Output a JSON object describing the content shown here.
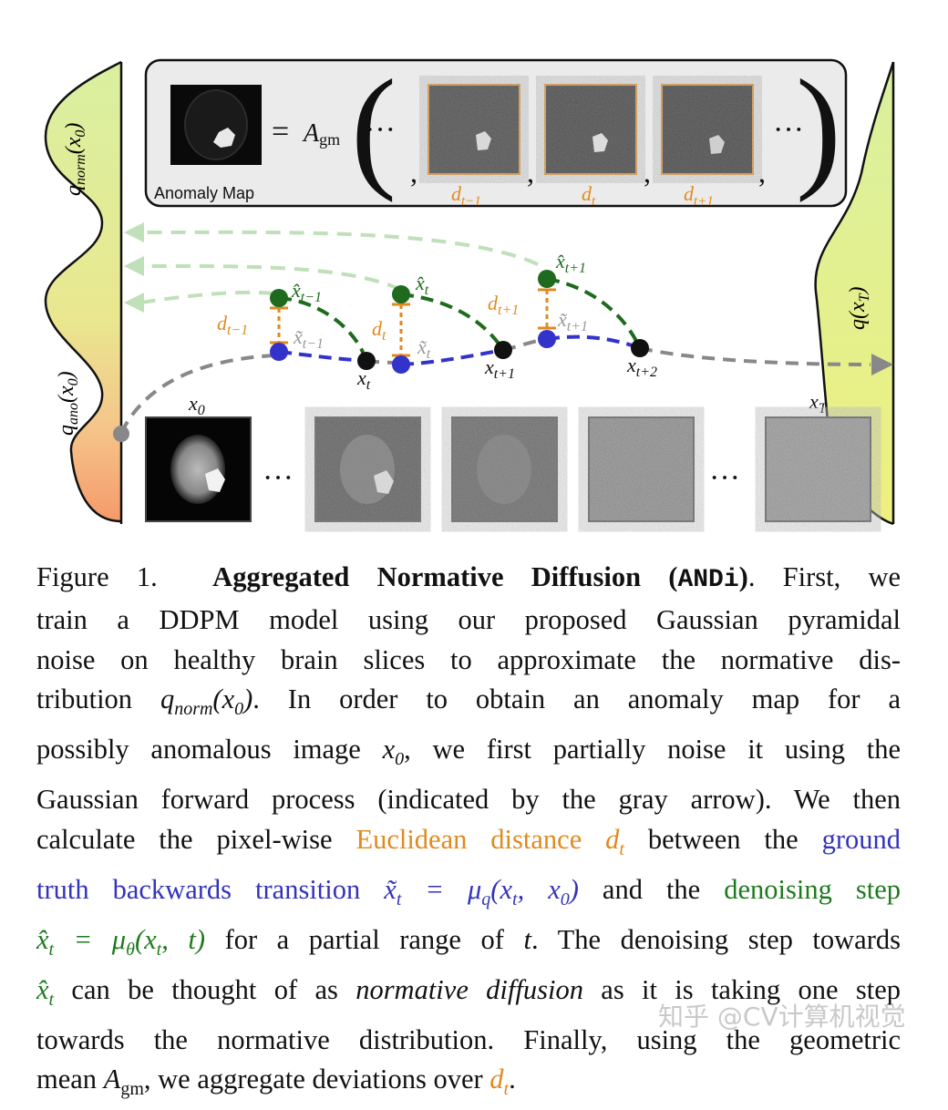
{
  "figure": {
    "top_panel": {
      "anomaly_map_label": "Anomaly Map",
      "equals_agm": "= A",
      "agm_sub": "gm",
      "ellipsis": "···",
      "d_labels": [
        "d",
        "d",
        "d"
      ],
      "d_subs": [
        "t−1",
        "t",
        "t+1"
      ]
    },
    "left_axis": {
      "q_norm": "q",
      "q_norm_sub": "norm",
      "q_norm_arg": "(x",
      "q_ano": "q",
      "q_ano_sub": "ano",
      "arg_sub": "0",
      "close": ")"
    },
    "right_axis": {
      "q_T": "q(x",
      "q_T_sub": "T",
      "close": ")"
    },
    "nodes": {
      "x_t": "x",
      "x_t_sub": "t",
      "x_t1": "x",
      "x_t1_sub": "t+1",
      "x_t2": "x",
      "x_t2_sub": "t+2",
      "hat_t_minus": "x̂",
      "hat_t_minus_sub": "t−1",
      "hat_t": "x̂",
      "hat_t_sub": "t",
      "hat_t_plus": "x̂",
      "hat_t_plus_sub": "t+1",
      "tilde_t_minus": "x̃",
      "tilde_t_minus_sub": "t−1",
      "tilde_t": "x̃",
      "tilde_t_sub": "t",
      "tilde_t_plus": "x̃",
      "tilde_t_plus_sub": "t+1",
      "d_left": "d",
      "d_left_sub": "t−1",
      "d_mid": "d",
      "d_mid_sub": "t",
      "d_right": "d",
      "d_right_sub": "t+1"
    },
    "bottom_row": {
      "x0": "x",
      "x0_sub": "0",
      "xT": "x",
      "xT_sub": "T",
      "ellipsis": "···"
    }
  },
  "caption": {
    "fig_label": "Figure 1.",
    "title": "Aggregated Normative Diffusion",
    "acronym": "ANDi",
    "l1_end": ". First, we",
    "l2": "train a DDPM model using our proposed Gaussian pyramidal",
    "l3": "noise on healthy brain slices to approximate the normative dis-",
    "l4_a": "tribution ",
    "l4_b": ".  In order to obtain an anomaly map for a",
    "l5_a": "possibly anomalous image ",
    "l5_b": ", we first partially noise it using the",
    "l6": "Gaussian forward process (indicated by the gray arrow). We then",
    "l7_a": "calculate the pixel-wise ",
    "l7_orange": "Euclidean distance ",
    "l7_b": " between the ",
    "l7_blue": "ground",
    "l8_blue": "truth backwards transition ",
    "l8_b": " and the ",
    "l8_green": "denoising step",
    "l9_b": " for a partial range of ",
    "l9_c": ". The denoising step towards",
    "l10_b": " can be thought of as ",
    "l10_it": "normative diffusion",
    "l10_c": " as it is taking one step",
    "l11": "towards the normative distribution.  Finally, using the geometric",
    "l12_a": "mean ",
    "l12_b": ", we aggregate deviations over ",
    "l12_c": "."
  },
  "watermark": "知乎 @CV计算机视觉",
  "colors": {
    "orange": "#e08a1e",
    "blue": "#3333cc",
    "green": "#1e6b1e",
    "lightgreen": "#bfe0b8",
    "gray": "#888888"
  }
}
